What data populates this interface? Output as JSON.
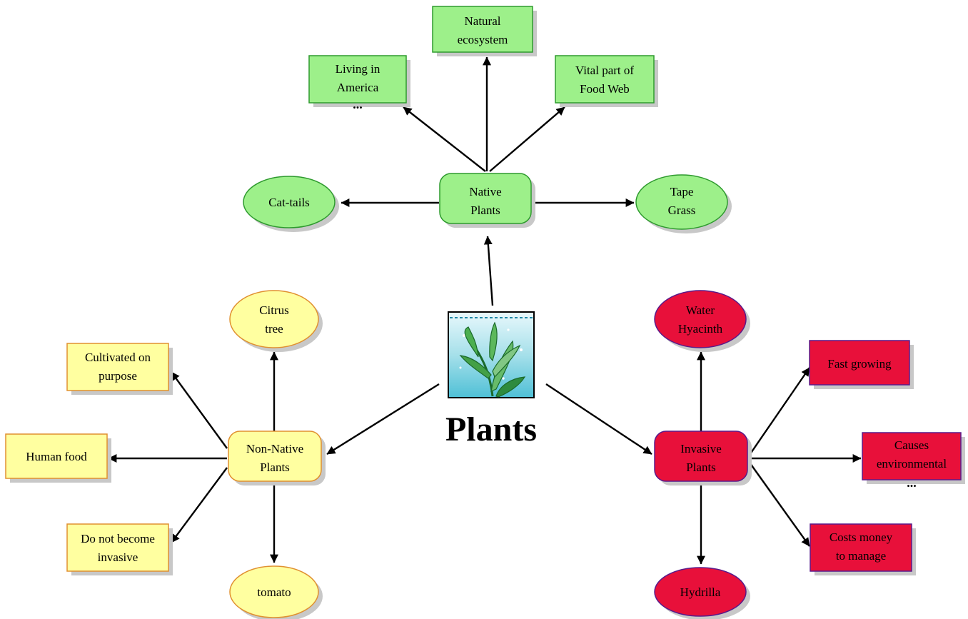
{
  "colors": {
    "native_fill": "#9DF08A",
    "native_stroke": "#2E9A2E",
    "nonnative_fill": "#FFFFA0",
    "nonnative_stroke": "#E09030",
    "invasive_fill": "#E8103A",
    "invasive_stroke": "#5A1A8A",
    "shadow": "#C8C8C8",
    "edge": "#000000"
  },
  "central": {
    "title": "Plants",
    "icon": "seaweed-underwater-clipart"
  },
  "native": {
    "hub": [
      "Native",
      "Plants"
    ],
    "cattails": [
      "Cat-tails"
    ],
    "tapegrass": [
      "Tape",
      "Grass"
    ],
    "living": [
      "Living in",
      "America"
    ],
    "living_more": "...",
    "ecosystem": [
      "Natural",
      "ecosystem"
    ],
    "foodweb": [
      "Vital part of",
      "Food Web"
    ]
  },
  "nonnative": {
    "hub": [
      "Non-Native",
      "Plants"
    ],
    "citrus": [
      "Citrus",
      "tree"
    ],
    "tomato": [
      "tomato"
    ],
    "cultivated": [
      "Cultivated on",
      "purpose"
    ],
    "humanfood": [
      "Human food"
    ],
    "notinvasive": [
      "Do not become",
      "invasive"
    ]
  },
  "invasive": {
    "hub": [
      "Invasive",
      "Plants"
    ],
    "hyacinth": [
      "Water",
      "Hyacinth"
    ],
    "hydrilla": [
      "Hydrilla"
    ],
    "fastgrowing": [
      "Fast growing"
    ],
    "environmental": [
      "Causes",
      "environmental"
    ],
    "environmental_more": "...",
    "costs": [
      "Costs money",
      "to manage"
    ]
  }
}
